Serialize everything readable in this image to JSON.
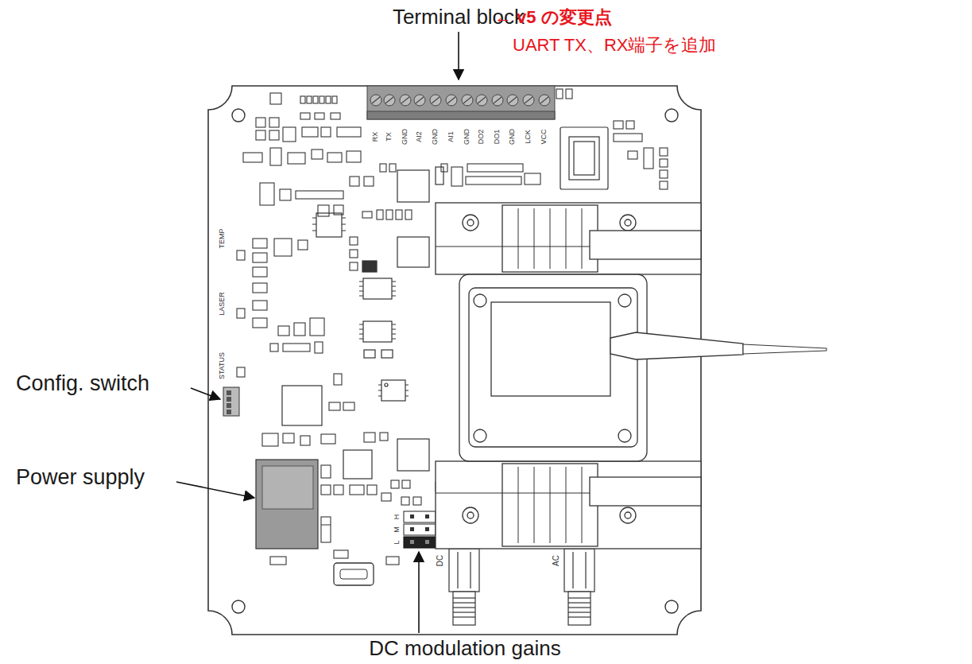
{
  "diagram": {
    "labels": [
      "Terminal block",
      "← v5 の変更点",
      "UART TX、RX端子を追加",
      "RX",
      "TX",
      "GND",
      "AI2",
      "GND",
      "AI1",
      "GND",
      "DO2",
      "DO1",
      "GND",
      "LCK",
      "VCC",
      "TEMP",
      "LASER",
      "STATUS",
      "Config. switch",
      "Power supply",
      "H",
      "M",
      "L",
      "DC",
      "AC",
      "DC modulation gains"
    ]
  }
}
